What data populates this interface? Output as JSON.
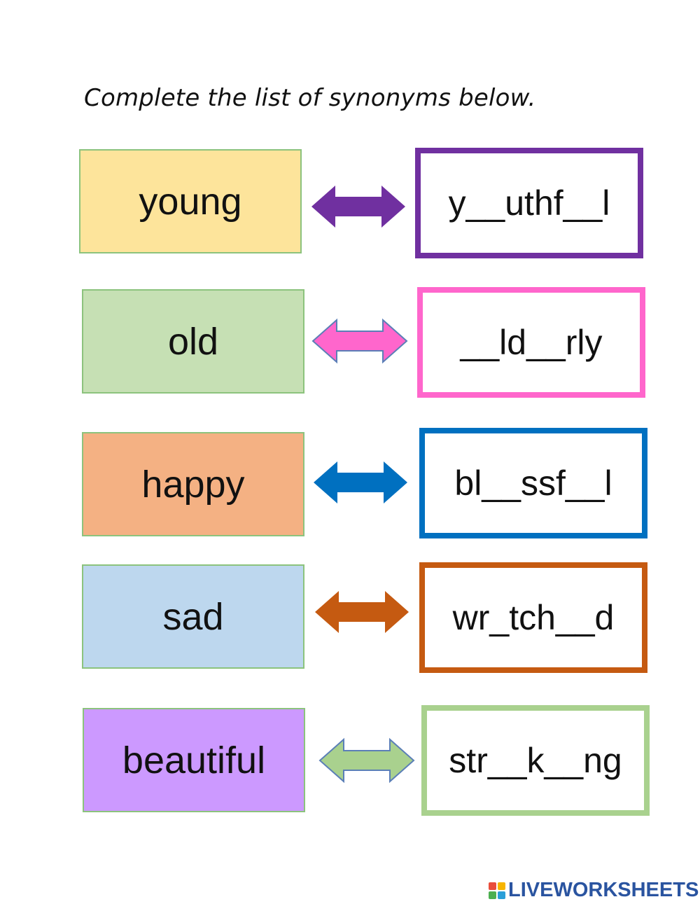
{
  "instruction": "Complete the list of synonyms below.",
  "rows": [
    {
      "word": "young",
      "answer": "y__uthf__l",
      "word_bg": "#fde49b",
      "accent": "#7030a0",
      "arrow_style": "solid"
    },
    {
      "word": "old",
      "answer": "__ld__rly",
      "word_bg": "#c6e0b4",
      "accent": "#ff66cc",
      "arrow_style": "outlined"
    },
    {
      "word": "happy",
      "answer": "bl__ssf__l",
      "word_bg": "#f4b183",
      "accent": "#0070c0",
      "arrow_style": "solid"
    },
    {
      "word": "sad",
      "answer": "wr_tch__d",
      "word_bg": "#bdd7ee",
      "accent": "#c55a11",
      "arrow_style": "solid"
    },
    {
      "word": "beautiful",
      "answer": "str__k__ng",
      "word_bg": "#cc99ff",
      "accent": "#a9d18e",
      "arrow_style": "outlined"
    }
  ],
  "footer": {
    "brand": "LIVEWORKSHEETS",
    "logo_colors": [
      "#e94e3c",
      "#f7b500",
      "#4caf50",
      "#2a9fd8"
    ]
  }
}
